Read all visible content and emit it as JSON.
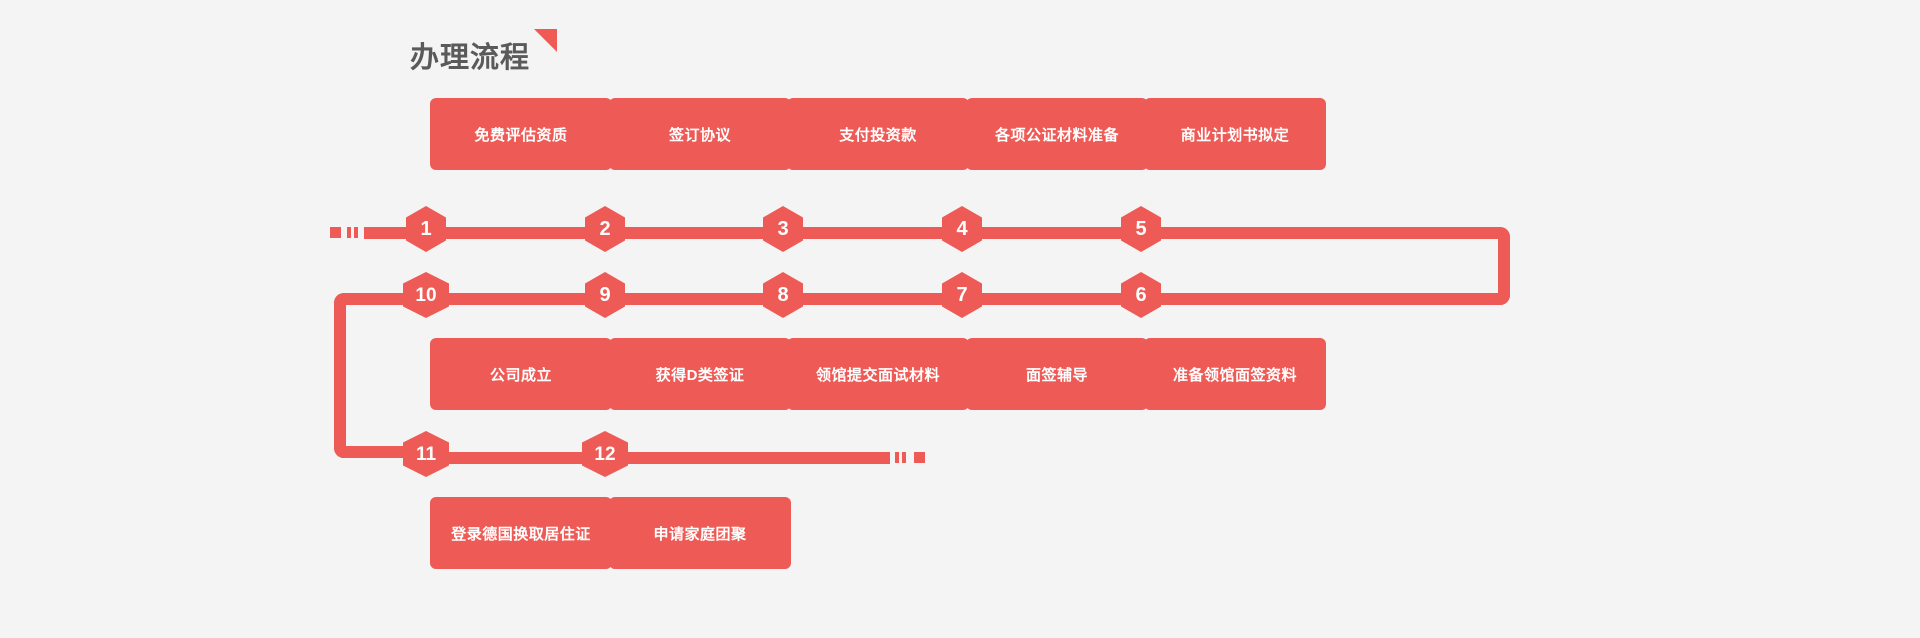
{
  "header": {
    "title": "办理流程",
    "corner_color": "#f05a55"
  },
  "theme": {
    "background": "#f4f4f4",
    "accent": "#ee5a55",
    "box_fill": "#ee5a55",
    "box_text": "#ffffff",
    "title_text": "#5a5a5a"
  },
  "flow": {
    "direction_row1": "left-to-right",
    "direction_row2": "right-to-left",
    "direction_row3": "left-to-right",
    "rows": [
      {
        "id": "row-1",
        "steps": [
          {
            "number": "1",
            "label": "免费评估资质"
          },
          {
            "number": "2",
            "label": "签订协议"
          },
          {
            "number": "3",
            "label": "支付投资款"
          },
          {
            "number": "4",
            "label": "各项公证材料准备"
          },
          {
            "number": "5",
            "label": "商业计划书拟定"
          }
        ]
      },
      {
        "id": "row-2",
        "steps": [
          {
            "number": "10",
            "label": "公司成立"
          },
          {
            "number": "9",
            "label": "获得D类签证"
          },
          {
            "number": "8",
            "label": "领馆提交面试材料"
          },
          {
            "number": "7",
            "label": "面签辅导"
          },
          {
            "number": "6",
            "label": "准备领馆面签资料"
          }
        ]
      },
      {
        "id": "row-3",
        "steps": [
          {
            "number": "11",
            "label": "登录德国换取居住证"
          },
          {
            "number": "12",
            "label": "申请家庭团聚"
          }
        ]
      }
    ]
  }
}
